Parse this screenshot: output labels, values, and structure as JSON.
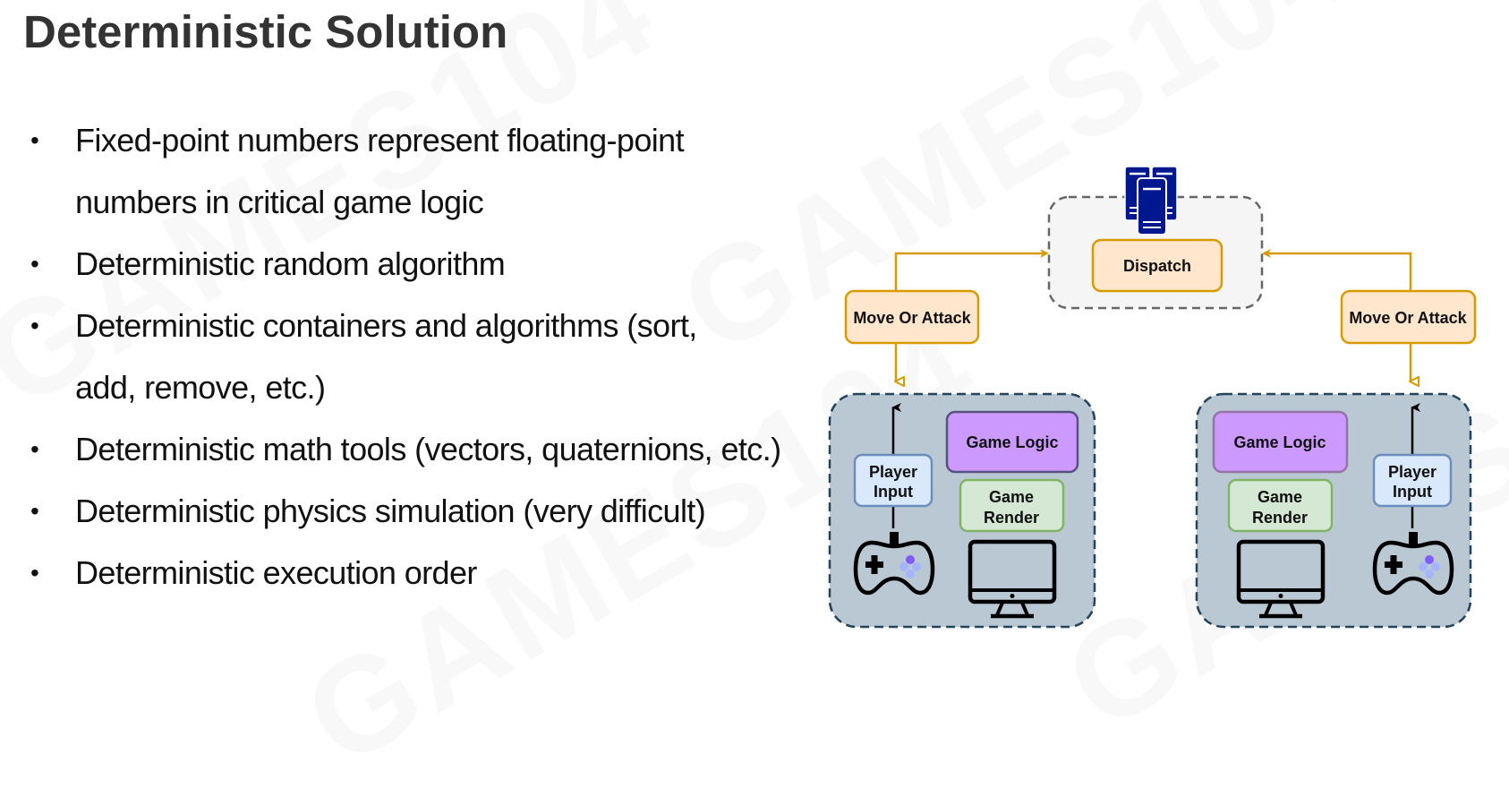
{
  "slide": {
    "title": "Deterministic Solution",
    "watermark": "GAMES104",
    "bullets": [
      {
        "text": "Fixed-point numbers represent floating-point numbers in critical game logic"
      },
      {
        "text": "Deterministic random algorithm"
      },
      {
        "text": "Deterministic containers and algorithms (sort, add, remove, etc.)"
      },
      {
        "text": "Deterministic math tools (vectors, quaternions, etc.)"
      },
      {
        "text": "Deterministic physics simulation (very difficult)"
      },
      {
        "text": "Deterministic execution order"
      }
    ]
  },
  "diagram": {
    "server": {
      "icon": "server-icon",
      "dispatch_label": "Dispatch"
    },
    "clients": [
      {
        "side": "left",
        "command_label": "Move Or Attack",
        "player_input_label_line1": "Player",
        "player_input_label_line2": "Input",
        "game_logic_label": "Game Logic",
        "game_render_label_line1": "Game",
        "game_render_label_line2": "Render",
        "controller_icon": "gamepad-icon",
        "monitor_icon": "monitor-icon"
      },
      {
        "side": "right",
        "command_label": "Move Or Attack",
        "player_input_label_line1": "Player",
        "player_input_label_line2": "Input",
        "game_logic_label": "Game Logic",
        "game_render_label_line1": "Game",
        "game_render_label_line2": "Render",
        "controller_icon": "gamepad-icon",
        "monitor_icon": "monitor-icon"
      }
    ],
    "colors": {
      "arrow": "#D79B00",
      "command_fill": "#FFE6CC",
      "dispatch_fill": "#FFE6CC",
      "server_group_fill": "#F5F5F5",
      "client_group_fill": "#BAC8D3",
      "client_group_border": "#23445D",
      "player_input_fill": "#DAE8FC",
      "player_input_border": "#6C8EBF",
      "game_logic_fill": "#CC99FF",
      "game_logic_border": "#56517E",
      "game_render_fill": "#D5E8D4",
      "game_render_border": "#82B366",
      "server_icon": "#00188F"
    }
  }
}
